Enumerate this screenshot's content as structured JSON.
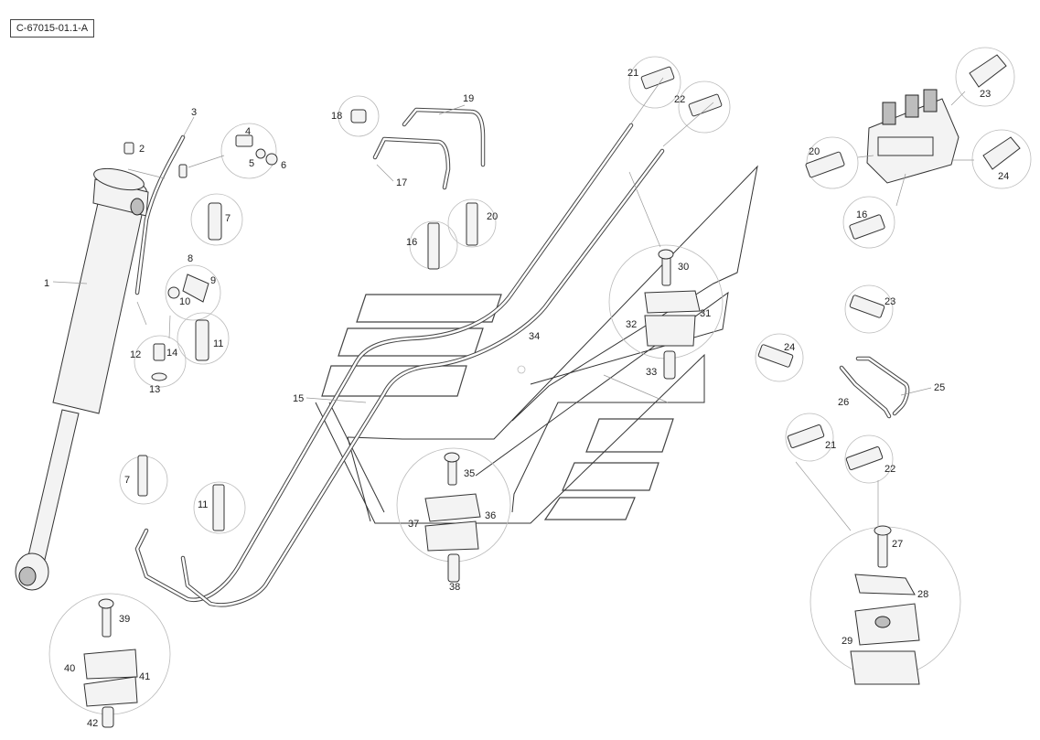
{
  "diagram": {
    "reference": "C-67015-01.1-A",
    "callouts": {
      "c1": "1",
      "c2": "2",
      "c3": "3",
      "c4": "4",
      "c5": "5",
      "c6": "6",
      "c7a": "7",
      "c7b": "7",
      "c8": "8",
      "c9": "9",
      "c10": "10",
      "c11a": "11",
      "c11b": "11",
      "c12": "12",
      "c13": "13",
      "c14": "14",
      "c15": "15",
      "c16a": "16",
      "c16b": "16",
      "c17": "17",
      "c18": "18",
      "c19": "19",
      "c20a": "20",
      "c20b": "20",
      "c21a": "21",
      "c21b": "21",
      "c22a": "22",
      "c22b": "22",
      "c23a": "23",
      "c23b": "23",
      "c24a": "24",
      "c24b": "24",
      "c25": "25",
      "c26": "26",
      "c27": "27",
      "c28": "28",
      "c29": "29",
      "c30": "30",
      "c31": "31",
      "c32": "32",
      "c33": "33",
      "c34": "34",
      "c35": "35",
      "c36": "36",
      "c37": "37",
      "c38": "38",
      "c39": "39",
      "c40": "40",
      "c41": "41",
      "c42": "42"
    },
    "colors": {
      "line": "#333333",
      "leader": "#999999",
      "detail_circle": "#bbbbbb"
    }
  }
}
